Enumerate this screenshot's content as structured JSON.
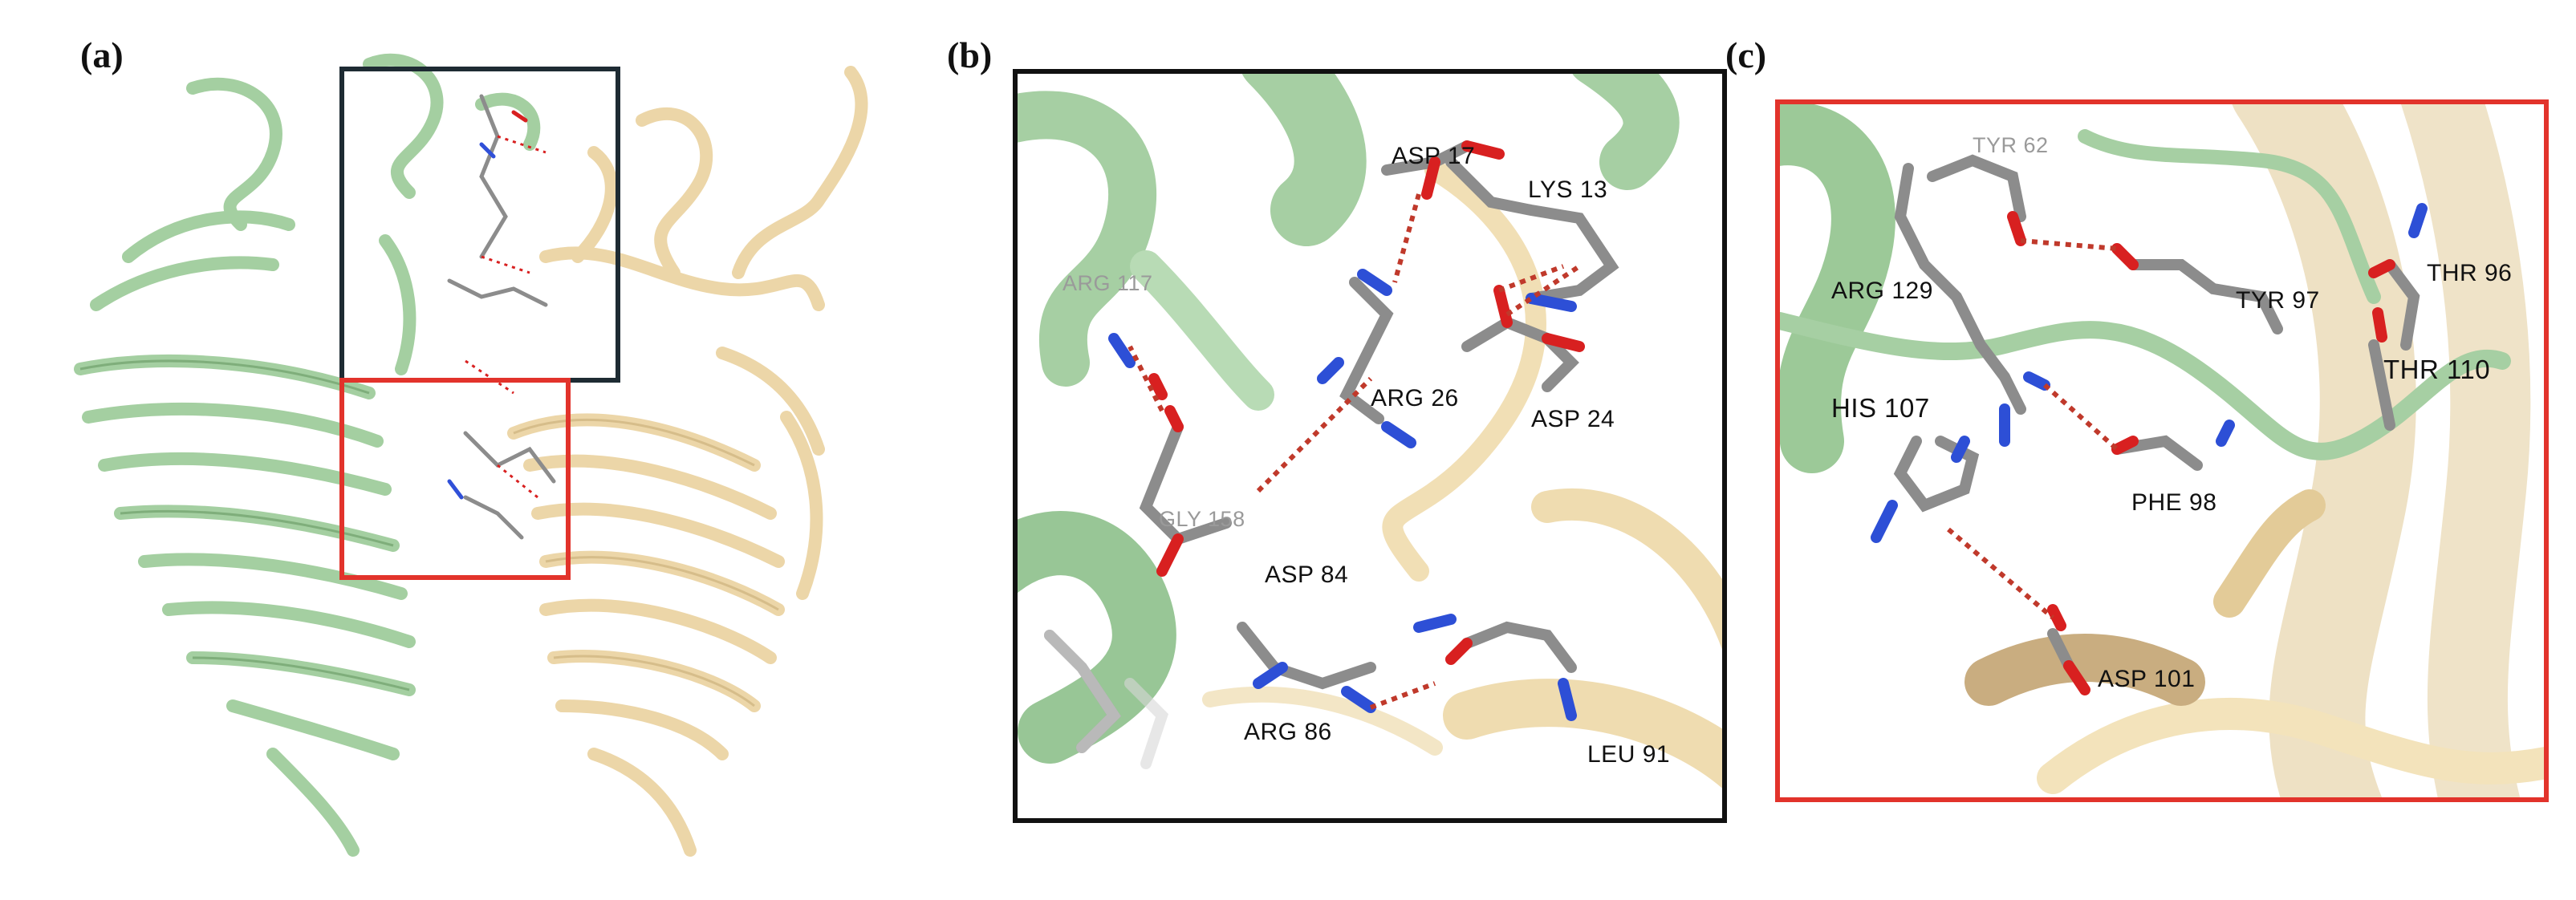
{
  "panels": {
    "a": {
      "label": "(a)"
    },
    "b": {
      "label": "(b)",
      "residues": [
        "ASP 17",
        "LYS 13",
        "ARG 117",
        "ARG 26",
        "ASP 24",
        "GLY 158",
        "ASP 84",
        "ARG 86",
        "LEU 91"
      ]
    },
    "c": {
      "label": "(c)",
      "residues": [
        "TYR 62",
        "ARG 129",
        "TYR 97",
        "THR 96",
        "HIS 107",
        "THR 110",
        "PHE 98",
        "ASP 101"
      ]
    }
  },
  "colors": {
    "chain_green": "#a6cfa3",
    "chain_green_dark": "#7fb07c",
    "chain_tan": "#f1dfb5",
    "chain_tan_dark": "#d9c08c",
    "box_b": "#1e2b33",
    "box_c": "#e2332b",
    "carbon": "#8c8c8c",
    "nitrogen": "#3050d8",
    "oxygen": "#d82020",
    "hbond": "#c0392b"
  }
}
